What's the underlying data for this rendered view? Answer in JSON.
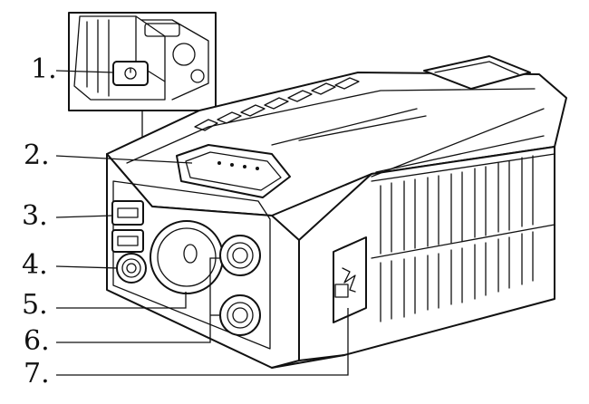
{
  "callouts": [
    {
      "id": "1",
      "text": "1."
    },
    {
      "id": "2",
      "text": "2."
    },
    {
      "id": "3",
      "text": "3."
    },
    {
      "id": "4",
      "text": "4."
    },
    {
      "id": "5",
      "text": "5."
    },
    {
      "id": "6",
      "text": "6."
    },
    {
      "id": "7",
      "text": "7."
    }
  ]
}
